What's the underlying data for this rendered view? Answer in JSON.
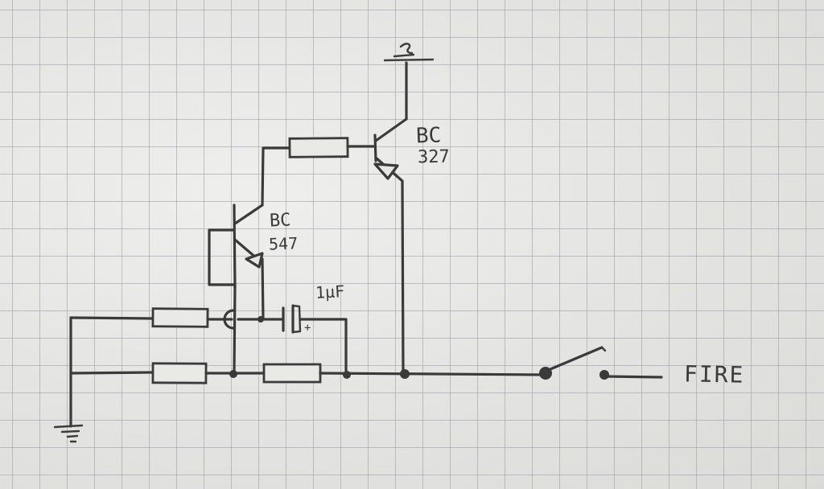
{
  "diagram": {
    "labels": {
      "q2_type": "BC",
      "q2_number": "327",
      "q1_type": "BC",
      "q1_number": "547",
      "capacitor_value": "1µF",
      "capacitor_polarity": "+",
      "output": "FIRE"
    }
  },
  "colors": {
    "ink": "#3a3a3a",
    "paper": "#e6e6e3",
    "grid": "#969ba0"
  }
}
